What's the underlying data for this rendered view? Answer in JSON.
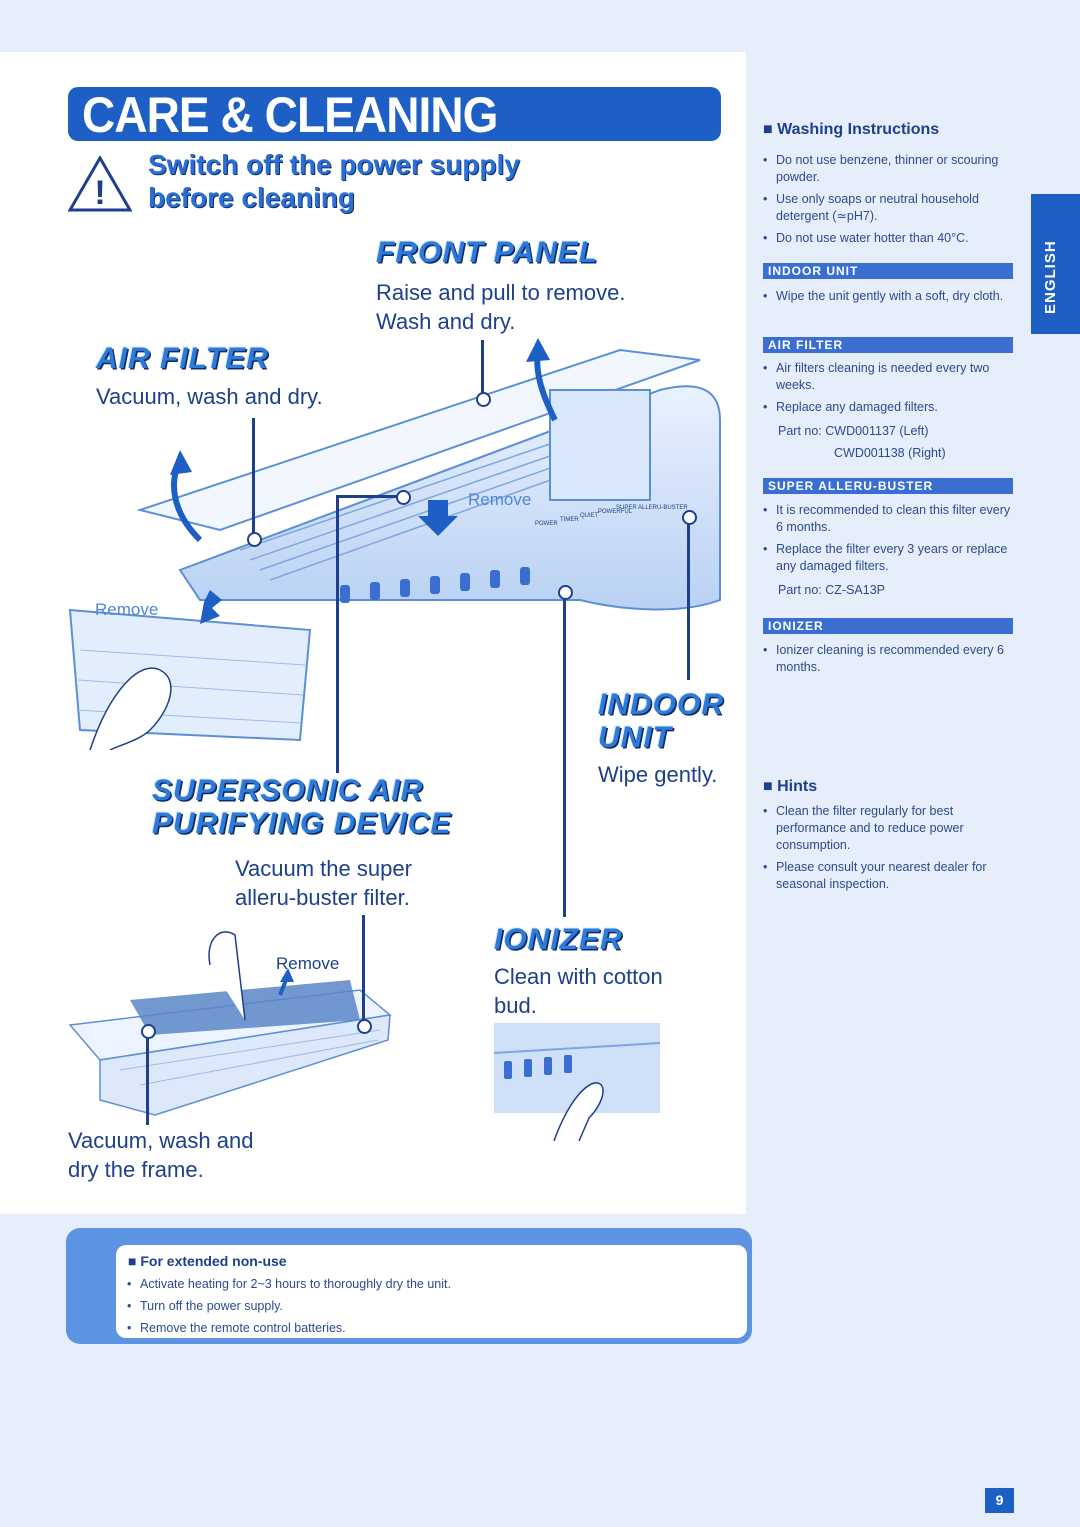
{
  "title": "CARE & CLEANING",
  "warning": {
    "line1": "Switch off the power supply",
    "line2": "before cleaning",
    "symbol": "!"
  },
  "front_panel": {
    "heading": "FRONT PANEL",
    "line1": "Raise and pull to remove.",
    "line2": "Wash and dry."
  },
  "air_filter": {
    "heading": "AIR FILTER",
    "text": "Vacuum, wash and dry."
  },
  "indoor_unit": {
    "heading1": "INDOOR",
    "heading2": "UNIT",
    "text": "Wipe gently."
  },
  "supersonic": {
    "heading1": "SUPERSONIC AIR",
    "heading2": "PURIFYING DEVICE",
    "line1": "Vacuum the super",
    "line2": "alleru-buster filter."
  },
  "ionizer": {
    "heading": "IONIZER",
    "line1": "Clean with cotton",
    "line2": "bud."
  },
  "frame": {
    "line1": "Vacuum, wash and",
    "line2": "dry the frame."
  },
  "remove_labels": {
    "top": "Remove",
    "left": "Remove",
    "bottom": "Remove"
  },
  "panel_labels": [
    "POWER",
    "TIMER",
    "QUIET",
    "POWERFUL",
    "SUPER ALLERU-BUSTER"
  ],
  "sidebar": {
    "washing": {
      "heading": "Washing Instructions",
      "items": [
        "Do not use benzene, thinner or scouring powder.",
        "Use only soaps or neutral household detergent (≃pH7).",
        "Do not use water hotter than 40°C."
      ]
    },
    "indoor_unit": {
      "bar": "INDOOR UNIT",
      "items": [
        "Wipe the unit gently with a soft, dry cloth."
      ]
    },
    "air_filter": {
      "bar": "AIR FILTER",
      "items": [
        "Air filters cleaning is needed every two weeks.",
        "Replace any damaged filters."
      ],
      "part1": "Part no: CWD001137 (Left)",
      "part2": "CWD001138 (Right)"
    },
    "super_alleru": {
      "bar": "SUPER ALLERU-BUSTER",
      "items": [
        "It is recommended to clean this filter every 6 months.",
        "Replace the filter every 3 years or replace any damaged filters."
      ],
      "part": "Part no: CZ-SA13P"
    },
    "ionizer": {
      "bar": "IONIZER",
      "items": [
        "Ionizer cleaning is recommended every 6 months."
      ]
    },
    "hints": {
      "heading": "Hints",
      "items": [
        "Clean the filter regularly for best performance and to reduce power consumption.",
        "Please consult your nearest dealer for seasonal inspection."
      ]
    }
  },
  "language_tab": "ENGLISH",
  "non_use": {
    "heading": "For extended non-use",
    "items": [
      "Activate heating for 2~3 hours to thoroughly dry the unit.",
      "Turn off the power supply.",
      "Remove the remote control batteries."
    ]
  },
  "page_number": "9",
  "colors": {
    "brand_blue": "#1d5fc4",
    "heading_blue": "#2d7ad9",
    "text_navy": "#1d3f8c",
    "page_bg": "#e7eefb"
  }
}
